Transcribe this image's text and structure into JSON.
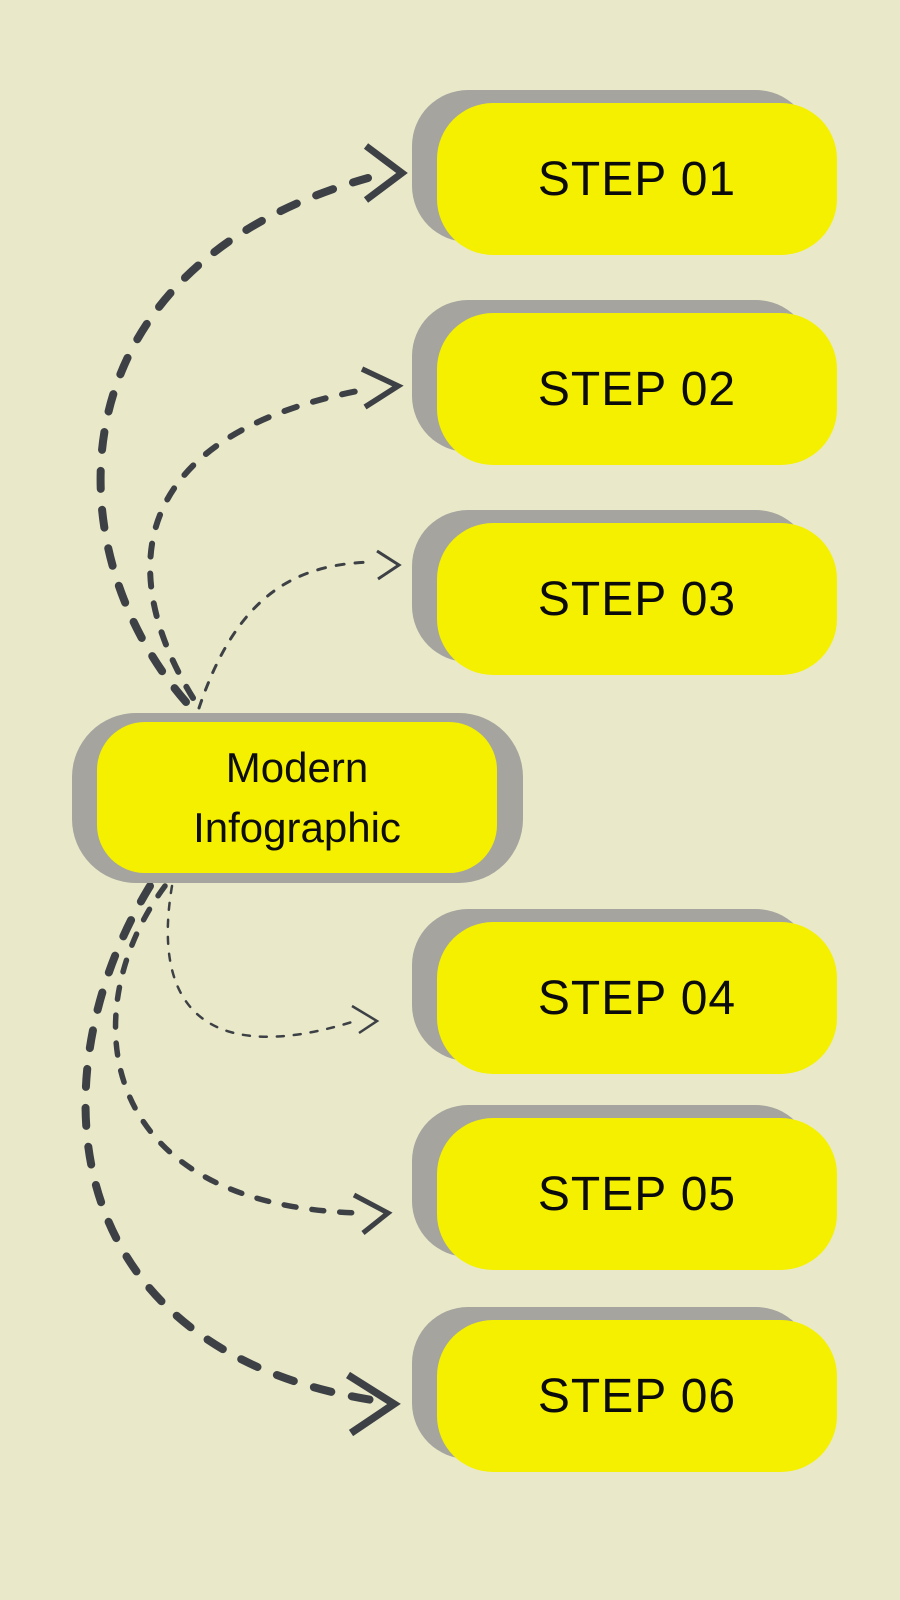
{
  "center": {
    "line1": "Modern",
    "line2": "Infographic"
  },
  "steps": [
    {
      "label": "STEP 01"
    },
    {
      "label": "STEP 02"
    },
    {
      "label": "STEP 03"
    },
    {
      "label": "STEP 04"
    },
    {
      "label": "STEP 05"
    },
    {
      "label": "STEP 06"
    }
  ],
  "arrows": [
    {
      "icon": "dashed-curved-arrow-icon",
      "from": "Modern Infographic",
      "to": "STEP 01"
    },
    {
      "icon": "dashed-curved-arrow-icon",
      "from": "Modern Infographic",
      "to": "STEP 02"
    },
    {
      "icon": "dashed-curved-arrow-icon",
      "from": "Modern Infographic",
      "to": "STEP 03"
    },
    {
      "icon": "dashed-curved-arrow-icon",
      "from": "Modern Infographic",
      "to": "STEP 04"
    },
    {
      "icon": "dashed-curved-arrow-icon",
      "from": "Modern Infographic",
      "to": "STEP 05"
    },
    {
      "icon": "dashed-curved-arrow-icon",
      "from": "Modern Infographic",
      "to": "STEP 06"
    }
  ],
  "colors": {
    "background": "#e9e9ca",
    "node_fill": "#f4f000",
    "node_shadow": "#a5a49e",
    "arrow": "#3d4145",
    "text": "#0b0b0b"
  }
}
